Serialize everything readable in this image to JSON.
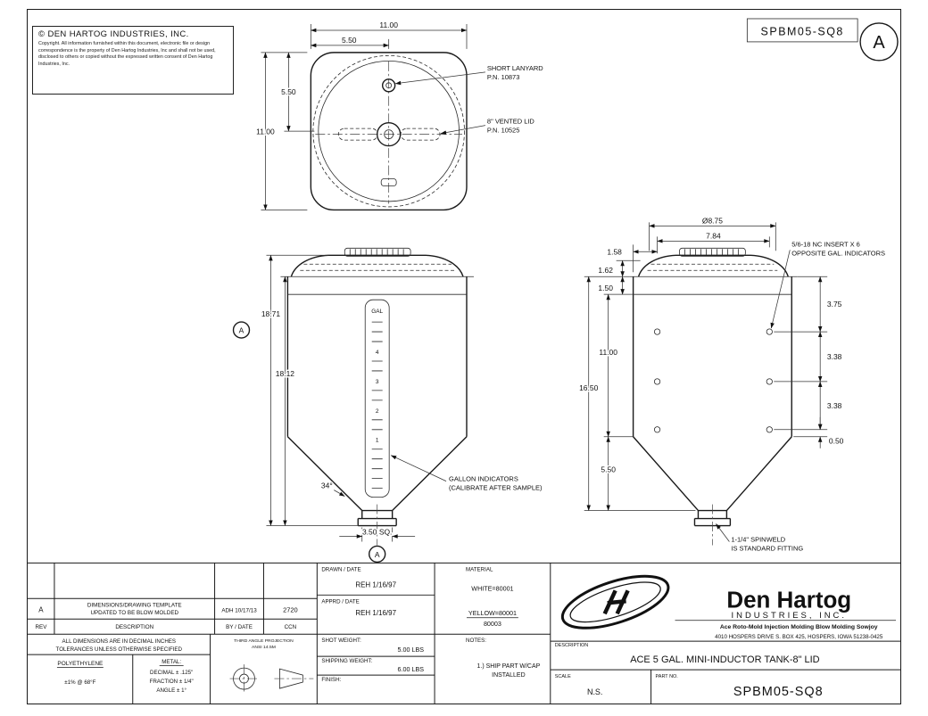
{
  "sheet": {
    "copyright_title": "© DEN HARTOG INDUSTRIES, INC.",
    "copyright_body": "Copyright. All information furnished within this document, electronic file or design correspondence is the property of Den Hartog Industries, Inc and shall not be used, disclosed to others or copied without the expressed written consent of Den Hartog Industries, Inc.",
    "part_no": "SPBM05-SQ8",
    "revision": "A"
  },
  "top_view": {
    "width": "11.00",
    "half_width": "5.50",
    "half_height": "5.50",
    "height": "11.00",
    "lanyard_label": "SHORT LANYARD",
    "lanyard_pn": "P.N. 10873",
    "lid_label": "8\" VENTED LID",
    "lid_pn": "P.N. 10525"
  },
  "front_view": {
    "total_height": "18.71",
    "body_height": "18.12",
    "cone_angle": "34°",
    "base_dim": "3.50 SQ.",
    "datum": "A",
    "gal_label": "GAL",
    "gallon_marks": [
      "4",
      "3",
      "2",
      "1"
    ],
    "gallon_note_line1": "GALLON INDICATORS",
    "gallon_note_line2": "(CALIBRATE AFTER SAMPLE)"
  },
  "side_view": {
    "lid_diameter": "Ø8.75",
    "insert_span": "7.84",
    "insert_offset": "1.58",
    "lid_height": "1.62",
    "collar_height": "1.50",
    "body_height": "11.00",
    "overall_height": "16.50",
    "cone_height": "5.50",
    "hole_dim1": "3.75",
    "hole_dim2": "3.38",
    "hole_dim3": "3.38",
    "hole_dim4": "0.50",
    "insert_note_line1": "5/6-18 NC INSERT X 6",
    "insert_note_line2": "OPPOSITE GAL. INDICATORS",
    "spinweld_note_line1": "1-1/4\" SPINWELD",
    "spinweld_note_line2": "IS STANDARD FITTING"
  },
  "title_block": {
    "rev_entry": {
      "rev": "A",
      "desc_line1": "DIMENSIONS/DRAWING TEMPLATE",
      "desc_line2": "UPDATED TO BE BLOW MOLDED",
      "by_date": "ADH 10/17/13",
      "ccn": "2720"
    },
    "rev_headers": {
      "rev": "REV",
      "description": "DESCRIPTION",
      "by_date": "BY / DATE",
      "ccn": "CCN"
    },
    "tol_line1": "ALL DIMENSIONS ARE IN DECIMAL INCHES",
    "tol_line2": "TOLERANCES UNLESS OTHERWISE SPECIFIED",
    "poly_label": "POLYETHYLENE",
    "poly_tol": "±1% @ 68°F",
    "metal_label": "METAL:",
    "metal_decimal": "DECIMAL ± .125\"",
    "metal_fraction": "FRACTION ± 1/4\"",
    "metal_angle": "ANGLE ± 1°",
    "projection_line1": "THIRD ANGLE PROJECTION",
    "projection_line2": "ANSI 14.5M",
    "drawn_label": "DRAWN / DATE",
    "drawn_value": "REH 1/16/97",
    "apprd_label": "APPRD / DATE",
    "apprd_value": "REH 1/16/97",
    "shot_weight_label": "SHOT WEIGHT:",
    "shot_weight_value": "5.00 LBS",
    "shipping_weight_label": "SHIPPING WEIGHT:",
    "shipping_weight_value": "6.00 LBS",
    "finish_label": "FINISH:",
    "material_label": "MATERIAL",
    "material_white": "WHITE=80001",
    "material_yellow": "YELLOW=80001",
    "material_yellow_alt": "80003",
    "notes_label": "NOTES:",
    "notes_line1": "1.) SHIP PART W/CAP",
    "notes_line2": "INSTALLED",
    "brand_name": "Den Hartog",
    "brand_sub": "INDUSTRIES, INC.",
    "brand_services": "Ace Roto-Mold   Injection Molding   Blow Molding   Sowjoy",
    "brand_address": "4010 HOSPERS DRIVE S.  BOX 425, HOSPERS, IOWA 51238-0425",
    "description_label": "DESCRIPTION",
    "description_value": "ACE 5 GAL. MINI-INDUCTOR TANK-8\" LID",
    "scale_label": "SCALE",
    "scale_value": "N.S.",
    "part_no_label": "PART NO.",
    "part_no_value": "SPBM05-SQ8"
  }
}
